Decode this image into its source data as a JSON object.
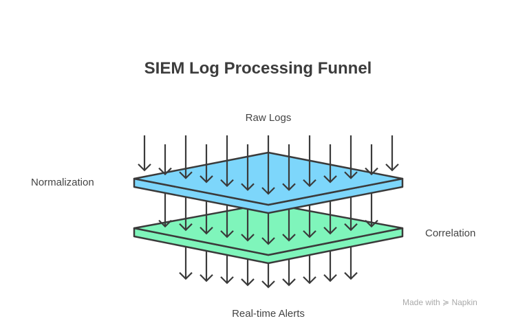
{
  "title": "SIEM Log Processing Funnel",
  "labels": {
    "input": "Raw Logs",
    "stage1": "Normalization",
    "stage2": "Correlation",
    "output": "Real-time Alerts"
  },
  "watermark": {
    "prefix": "Made with",
    "brand": "Napkin"
  },
  "colors": {
    "stage1": "#7dd6fb",
    "stage2": "#7ff5bb",
    "stroke": "#3a3a3a"
  }
}
